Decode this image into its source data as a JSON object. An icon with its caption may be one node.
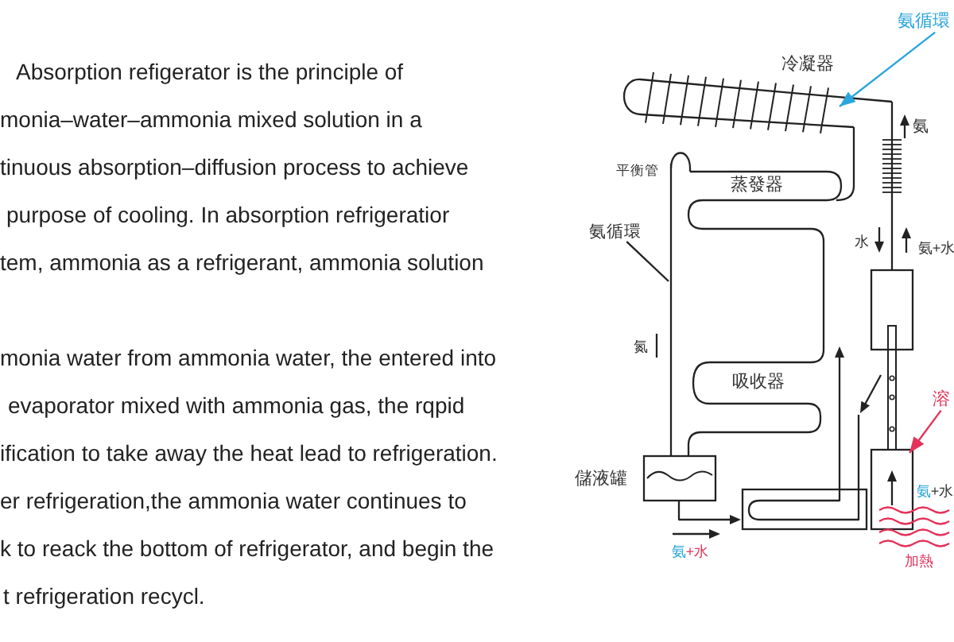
{
  "diagram": {
    "nodes": [
      {
        "text": [
          "氨循環"
        ]
      },
      {
        "text": [
          "氨循環"
        ]
      },
      {
        "text": [
          "溶"
        ]
      }
    ],
    "edges": [
      {
        "from": 0,
        "to": null,
        "arrow": "to",
        "color": "#2aa6dd"
      },
      {
        "from": 1,
        "to": null,
        "arrow": "none",
        "color": "#222222"
      },
      {
        "from": 2,
        "to": null,
        "arrow": "to",
        "color": "#e3325a"
      }
    ],
    "labels": [
      "Absorption refigerator is the principle of",
      "monia–water–ammonia mixed solution in a",
      "tinuous absorption–diffusion process to achieve",
      "purpose of cooling. In absorption refrigeratior",
      "tem, ammonia as a refrigerant, ammonia solution",
      "monia water from ammonia water, the entered into",
      "evaporator mixed with ammonia gas, the rqpid",
      "ification to take away the heat lead to refrigeration.",
      "er refrigeration,the ammonia water continues to",
      "k to reack the bottom of refrigerator, and begin the",
      "t refrigeration recycl.",
      "冷凝器",
      "氨",
      "平衡管",
      "蒸發器",
      "水",
      "氨+水",
      "氮",
      "吸收器",
      "儲液罐",
      "氨+水",
      "氨+水",
      "加熱"
    ]
  }
}
